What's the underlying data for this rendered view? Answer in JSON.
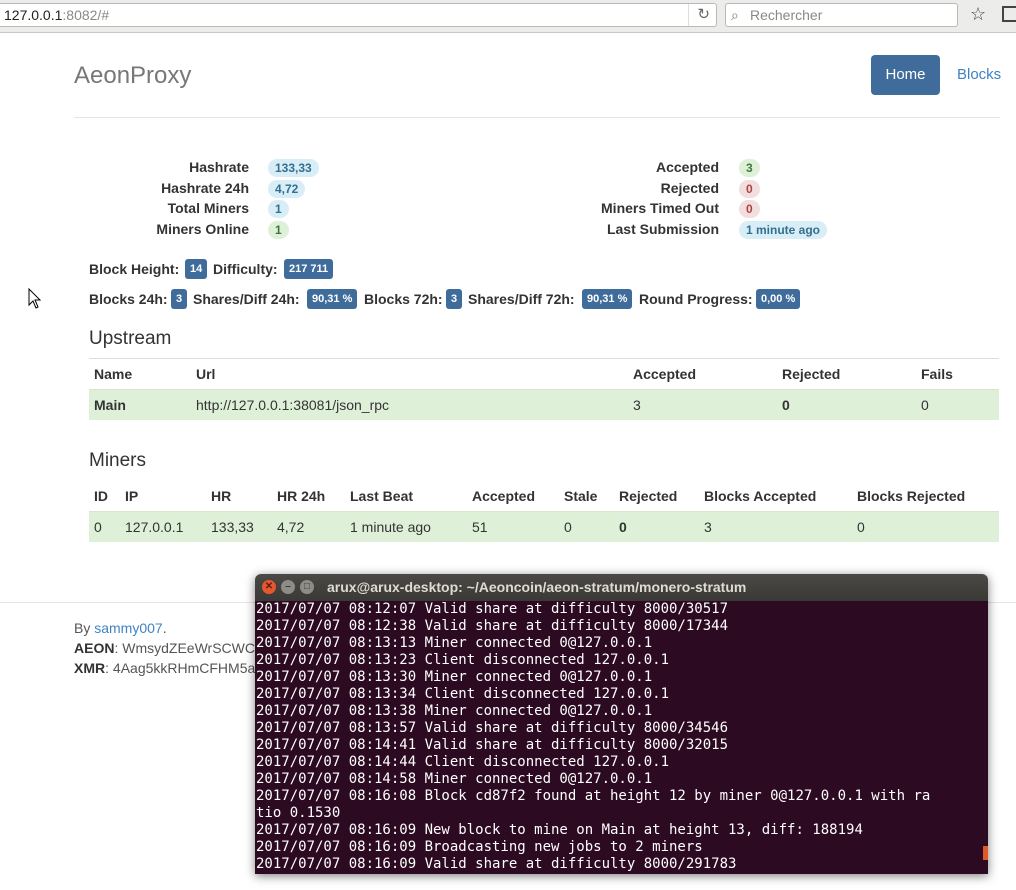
{
  "browser": {
    "url_host": "127.0.0.1",
    "url_rest": ":8082/#",
    "search_placeholder": "Rechercher"
  },
  "nav": {
    "brand": "AeonProxy",
    "home": "Home",
    "blocks": "Blocks"
  },
  "stats_left": [
    {
      "label": "Hashrate",
      "value": "133,33",
      "style": "blue"
    },
    {
      "label": "Hashrate 24h",
      "value": "4,72",
      "style": "blue"
    },
    {
      "label": "Total Miners",
      "value": "1",
      "style": "blue"
    },
    {
      "label": "Miners Online",
      "value": "1",
      "style": "green"
    }
  ],
  "stats_right": [
    {
      "label": "Accepted",
      "value": "3",
      "style": "green"
    },
    {
      "label": "Rejected",
      "value": "0",
      "style": "red"
    },
    {
      "label": "Miners Timed Out",
      "value": "0",
      "style": "red"
    },
    {
      "label": "Last Submission",
      "value": "1 minute ago",
      "style": "blue"
    }
  ],
  "block_info": {
    "height_label": "Block Height:",
    "height": "14",
    "difficulty_label": "Difficulty:",
    "difficulty": "217 711"
  },
  "progress_info": {
    "blocks24_label": "Blocks 24h:",
    "blocks24": "3",
    "sharesdiff24_label": "Shares/Diff 24h:",
    "sharesdiff24": "90,31 %",
    "blocks72_label": "Blocks 72h:",
    "blocks72": "3",
    "sharesdiff72_label": "Shares/Diff 72h:",
    "sharesdiff72": "90,31 %",
    "round_label": "Round Progress:",
    "round": "0,00 %"
  },
  "upstream": {
    "title": "Upstream",
    "headers": [
      "Name",
      "Url",
      "Accepted",
      "Rejected",
      "Fails"
    ],
    "row": [
      "Main",
      "http://127.0.0.1:38081/json_rpc",
      "3",
      "0",
      "0"
    ]
  },
  "miners": {
    "title": "Miners",
    "headers": [
      "ID",
      "IP",
      "HR",
      "HR 24h",
      "Last Beat",
      "Accepted",
      "Stale",
      "Rejected",
      "Blocks Accepted",
      "Blocks Rejected"
    ],
    "row": [
      "0",
      "127.0.0.1",
      "133,33",
      "4,72",
      "1 minute ago",
      "51",
      "0",
      "0",
      "3",
      "0"
    ]
  },
  "footer": {
    "by": "By ",
    "author": "sammy007",
    "period": ".",
    "aeon_label": "AEON",
    "aeon_addr": ": WmsydZEeWrSCWC",
    "xmr_label": "XMR",
    "xmr_addr": ": 4Aag5kkRHmCFHM5a"
  },
  "terminal": {
    "title": "arux@arux-desktop: ~/Aeoncoin/aeon-stratum/monero-stratum",
    "lines": [
      "2017/07/07 08:12:07 Valid share at difficulty 8000/30517",
      "2017/07/07 08:12:38 Valid share at difficulty 8000/17344",
      "2017/07/07 08:13:13 Miner connected 0@127.0.0.1",
      "2017/07/07 08:13:23 Client disconnected 127.0.0.1",
      "2017/07/07 08:13:30 Miner connected 0@127.0.0.1",
      "2017/07/07 08:13:34 Client disconnected 127.0.0.1",
      "2017/07/07 08:13:38 Miner connected 0@127.0.0.1",
      "2017/07/07 08:13:57 Valid share at difficulty 8000/34546",
      "2017/07/07 08:14:41 Valid share at difficulty 8000/32015",
      "2017/07/07 08:14:44 Client disconnected 127.0.0.1",
      "2017/07/07 08:14:58 Miner connected 0@127.0.0.1",
      "2017/07/07 08:16:08 Block cd87f2 found at height 12 by miner 0@127.0.0.1 with ra",
      "tio 0.1530",
      "2017/07/07 08:16:09 New block to mine on Main at height 13, diff: 188194",
      "2017/07/07 08:16:09 Broadcasting new jobs to 2 miners",
      "2017/07/07 08:16:09 Valid share at difficulty 8000/291783"
    ]
  },
  "colors": {
    "primary": "#3f6c9b",
    "link": "#3f83c4",
    "success_bg": "#dff0d8",
    "terminal_bg": "#2c0a22"
  }
}
